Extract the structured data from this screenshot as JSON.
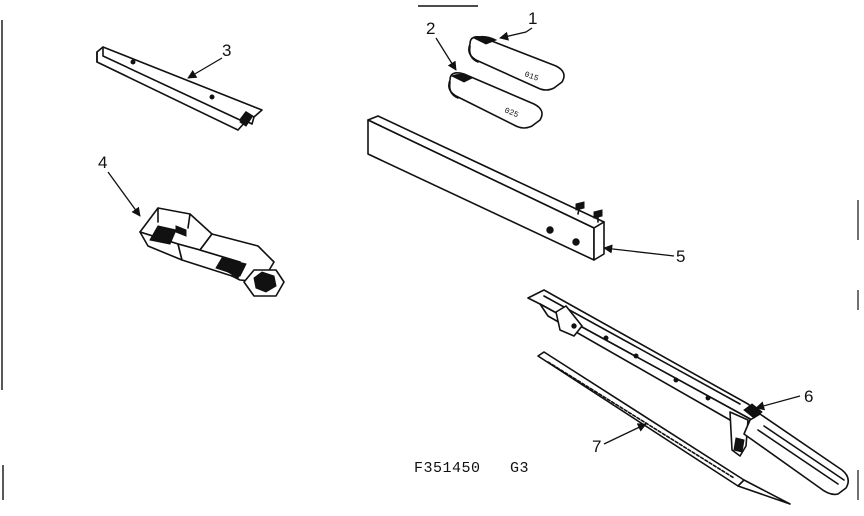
{
  "parts": [
    {
      "number": "1",
      "gauge_text": "015"
    },
    {
      "number": "2",
      "gauge_text": "025"
    },
    {
      "number": "3"
    },
    {
      "number": "4"
    },
    {
      "number": "5"
    },
    {
      "number": "6"
    },
    {
      "number": "7"
    }
  ],
  "drawing_id": "F351450",
  "sheet_code": "G3"
}
